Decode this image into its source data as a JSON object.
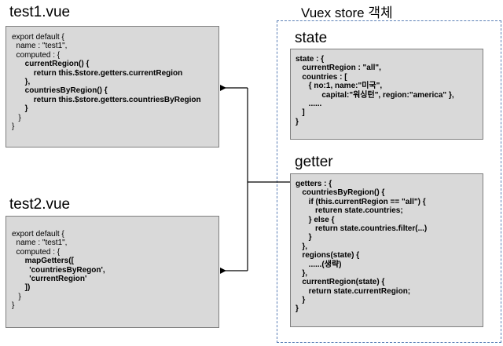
{
  "test1": {
    "title": "test1.vue",
    "lines": [
      {
        "text": "export default {",
        "bold": false
      },
      {
        "text": "  name : \"test1\",",
        "bold": false
      },
      {
        "text": "  computed : {",
        "bold": false
      },
      {
        "text": "      currentRegion() {",
        "bold": true
      },
      {
        "text": "          return this.$store.getters.currentRegion",
        "bold": true
      },
      {
        "text": "      },",
        "bold": true
      },
      {
        "text": "      countriesByRegion() {",
        "bold": true
      },
      {
        "text": "          return this.$store.getters.countriesByRegion",
        "bold": true
      },
      {
        "text": "      }",
        "bold": true
      },
      {
        "text": "   }",
        "bold": false
      },
      {
        "text": "}",
        "bold": false
      }
    ]
  },
  "test2": {
    "title": "test2.vue",
    "lines": [
      {
        "text": "export default {",
        "bold": false
      },
      {
        "text": "  name : \"test1\",",
        "bold": false
      },
      {
        "text": "  computed : {",
        "bold": false
      },
      {
        "text": "      mapGetters([",
        "bold": true
      },
      {
        "text": "        'countriesByRegon',",
        "bold": true
      },
      {
        "text": "        'currentRegion'",
        "bold": true
      },
      {
        "text": "      ])",
        "bold": true
      },
      {
        "text": "   }",
        "bold": false
      },
      {
        "text": "}",
        "bold": false
      }
    ]
  },
  "store": {
    "title": "Vuex store 객체",
    "state": {
      "title": "state",
      "lines": [
        "state : {",
        "   currentRegion : \"all\",",
        "   countries : [",
        "      { no:1, name:\"미국\",",
        "            capital:\"워싱턴\", region:\"america\" },",
        "      ......",
        "   ]",
        "}"
      ]
    },
    "getter": {
      "title": "getter",
      "lines": [
        "getters : {",
        "   countriesByRegion() {",
        "      if (this.currentRegion == \"all\") {",
        "         returen state.countries;",
        "      } else {",
        "         return state.countries.filter(...)",
        "      }",
        "   },",
        "   regions(state) {",
        "      ......(생략)",
        "   },",
        "   currentRegion(state) {",
        "      return state.currentRegion;",
        "   }",
        "}"
      ]
    }
  },
  "colors": {
    "box_fill": "#d9d9d9",
    "box_border": "#7f7f7f",
    "store_border": "#5b7fb6",
    "arrow": "#000000"
  }
}
